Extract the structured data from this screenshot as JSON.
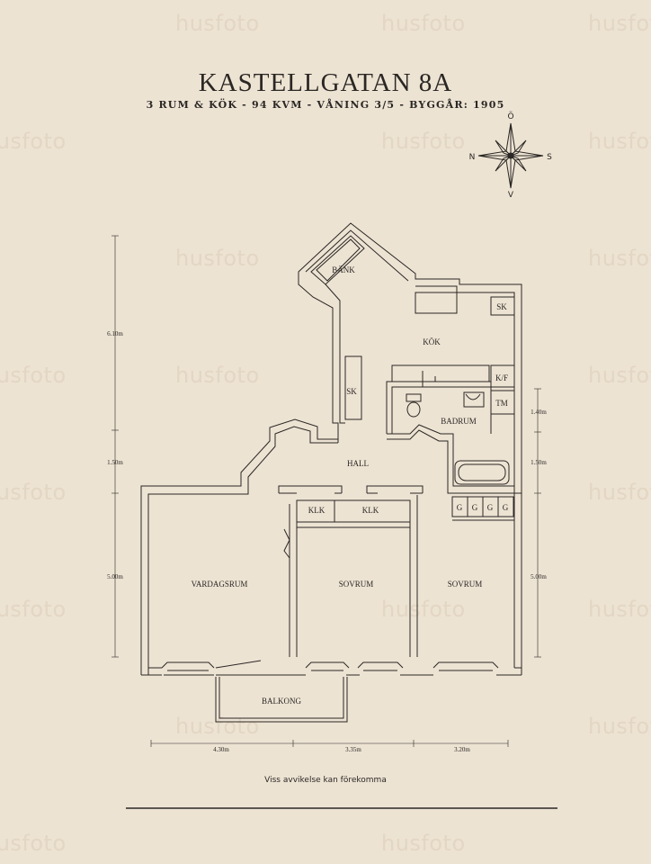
{
  "header": {
    "title": "KASTELLGATAN 8A",
    "subtitle": "3 RUM & KÖK  -  94 KVM - VÅNING 3/5  -  BYGGÅR: 1905"
  },
  "watermark": "husfoto",
  "compass": {
    "north": "Ö",
    "west": "N",
    "east": "S",
    "south": "V"
  },
  "rooms": {
    "bank": "BÄNK",
    "kok": "KÖK",
    "sk_top": "SK",
    "sk_left": "SK",
    "kf": "K/F",
    "tm": "TM",
    "badrum": "BADRUM",
    "hall": "HALL",
    "klk1": "KLK",
    "klk2": "KLK",
    "g1": "G",
    "g2": "G",
    "g3": "G",
    "g4": "G",
    "vardagsrum": "VARDAGSRUM",
    "sovrum1": "SOVRUM",
    "sovrum2": "SOVRUM",
    "balkong": "BALKONG"
  },
  "dimensions": {
    "left_top": "6.10m",
    "left_mid": "1.50m",
    "left_bottom": "5.00m",
    "right_top": "1.40m",
    "right_mid": "1.50m",
    "right_bottom": "5.00m",
    "bottom_left": "4.30m",
    "bottom_mid": "3.35m",
    "bottom_right": "3.20m"
  },
  "footer": {
    "note": "Viss avvikelse kan förekomma"
  },
  "colors": {
    "background": "#ede3d3",
    "ink": "#2a2724",
    "watermark": "#e3d6c3"
  }
}
